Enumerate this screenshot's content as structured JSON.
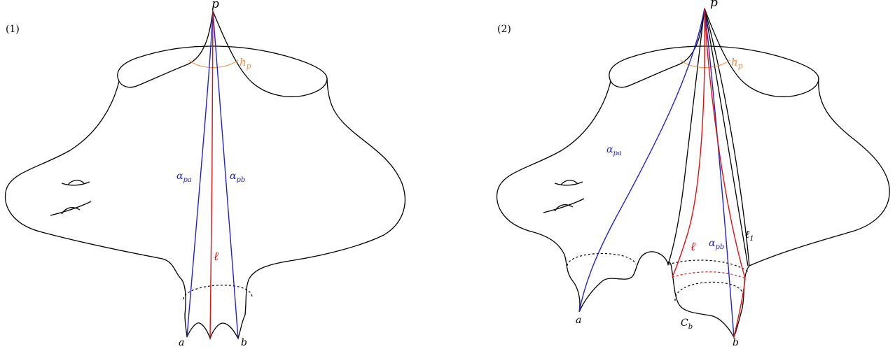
{
  "colors": {
    "curve": "#000000",
    "geodesic": "#2222cc",
    "leaf": "#e01010",
    "horoball": "#f08a3c"
  },
  "panel1": {
    "number": "(1)",
    "p": "p",
    "hp": "h",
    "hp_sub": "p",
    "alpha_pa": "α",
    "alpha_pa_sub": "pa",
    "alpha_pb": "α",
    "alpha_pb_sub": "pb",
    "ell": "ℓ",
    "a": "a",
    "b": "b"
  },
  "panel2": {
    "number": "(2)",
    "p": "p",
    "hp": "h",
    "hp_sub": "p",
    "alpha_pa": "α",
    "alpha_pa_sub": "pa",
    "alpha_pb": "α",
    "alpha_pb_sub": "pb",
    "ell": "ℓ",
    "ell1": "ℓ",
    "ell1_sub": "1",
    "a": "a",
    "b": "b",
    "Cb": "C",
    "Cb_sub": "b"
  }
}
